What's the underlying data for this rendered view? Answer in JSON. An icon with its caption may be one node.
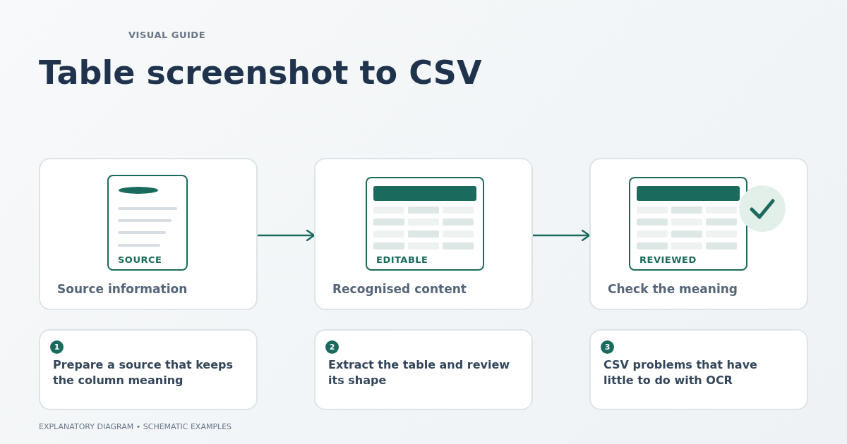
{
  "diagram": {
    "title": "Table screenshot to CSV",
    "caption": "EXPLANATORY DIAGRAM • SCHEMATIC EXAMPLES",
    "nodes": [
      {
        "text": [
          "Source information"
        ]
      },
      {
        "text": [
          "SOURCE"
        ],
        "in": 0
      },
      {
        "text": [
          "Recognised content"
        ]
      },
      {
        "text": [
          "EDITABLE"
        ],
        "in": 2
      },
      {
        "text": [
          "Check the meaning"
        ]
      },
      {
        "text": [
          "REVIEWED"
        ],
        "in": 4
      },
      {
        "text": [
          "1",
          "Prepare a source that keeps the column meaning"
        ]
      },
      {
        "text": [
          "2",
          "Extract the table and review its shape"
        ]
      },
      {
        "text": [
          "3",
          "CSV problems that have little to do with OCR"
        ]
      }
    ],
    "edges": [
      {
        "from": 0,
        "to": 2,
        "arrow": "to"
      },
      {
        "from": 2,
        "to": 4,
        "arrow": "to"
      }
    ],
    "labels": [
      "VISUAL GUIDE"
    ]
  }
}
